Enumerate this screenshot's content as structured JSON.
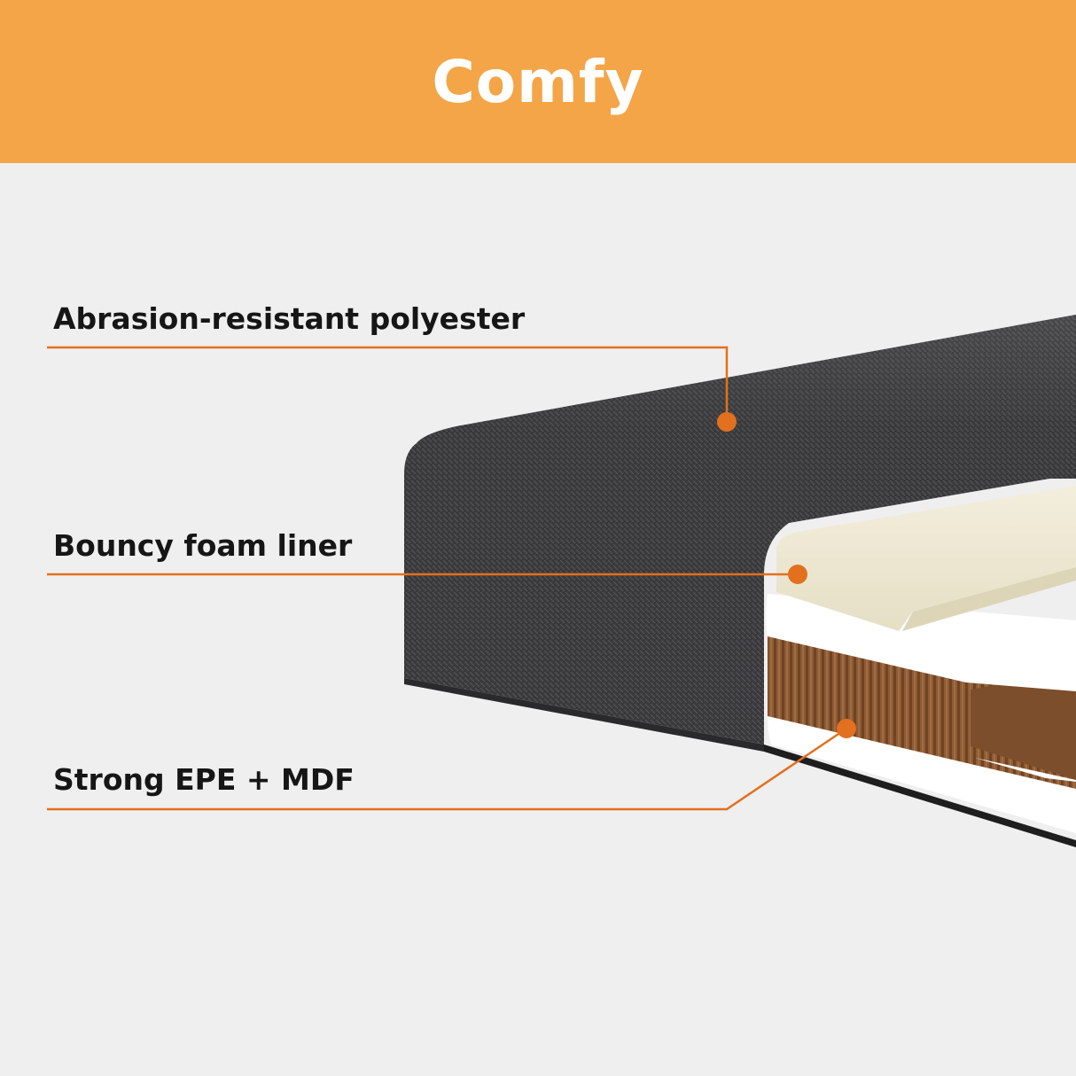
{
  "header": {
    "title": "Comfy"
  },
  "callouts": [
    {
      "label": "Abrasion-resistant polyester"
    },
    {
      "label": "Bouncy foam liner"
    },
    {
      "label": "Strong EPE + MDF"
    }
  ],
  "colors": {
    "header_bg": "#f4a548",
    "accent_orange": "#e2701f",
    "fabric": "#3b3b3d",
    "foam": "#efe9d6",
    "epe": "#ffffff",
    "mdf": "#8a5a34",
    "background": "#efefef"
  }
}
